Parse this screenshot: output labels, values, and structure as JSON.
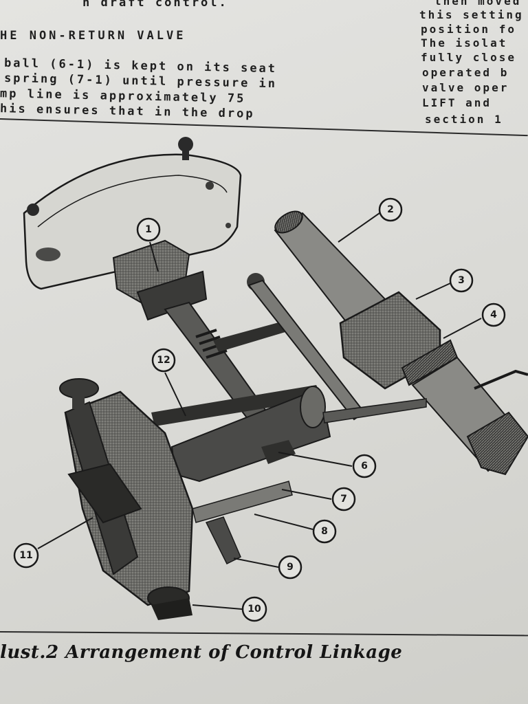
{
  "left_column": {
    "lines": [
      "n draft control.",
      "HE NON-RETURN VALVE",
      " ball (6-1) is kept on its seat",
      " spring (7-1) until pressure in",
      "mp line is approximately 75",
      "his ensures that in the drop"
    ]
  },
  "right_column": {
    "lines": [
      "then moved",
      "this setting",
      "position fo",
      "The isolat",
      "fully close",
      "operated b",
      "valve oper",
      "LIFT and",
      "section 1"
    ]
  },
  "figure": {
    "callouts": [
      "1",
      "2",
      "3",
      "4",
      "6",
      "7",
      "8",
      "9",
      "10",
      "11",
      "12"
    ],
    "caption": "lust.2  Arrangement of Control Linkage"
  }
}
